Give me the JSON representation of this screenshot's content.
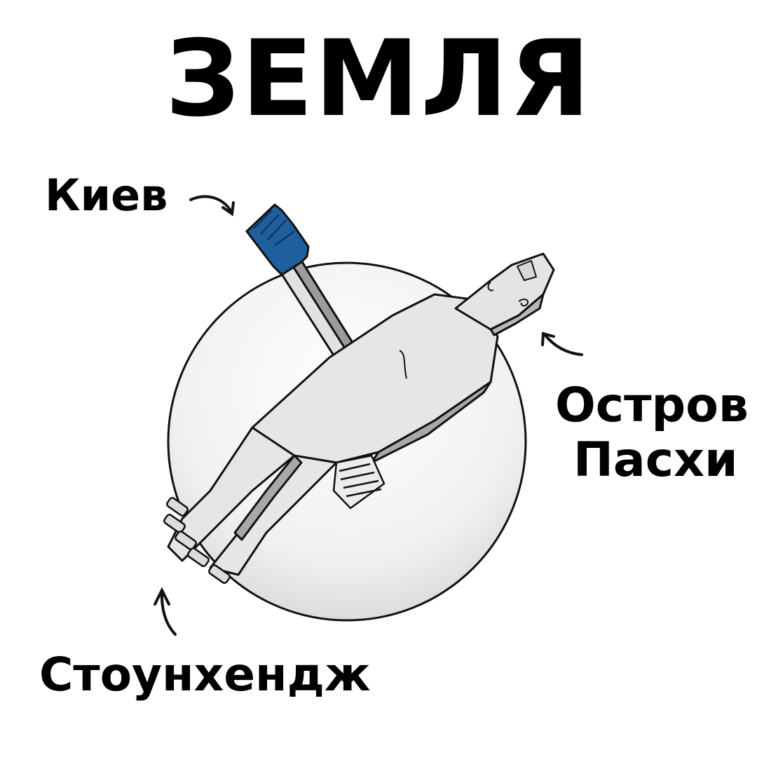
{
  "title": "ЗЕМЛЯ",
  "labels": {
    "kiev": "Киев",
    "easter_island": {
      "line1": "Остров",
      "line2": "Пасхи"
    },
    "stonehenge": "Стоунхендж"
  },
  "colors": {
    "background": "#ffffff",
    "text": "#000000",
    "globe_fill": "#f0f0f0",
    "figure_fill": "#e4e4e4",
    "figure_shadow": "#a8a8a8",
    "hand_blue": "#1f5f9e"
  },
  "illustration": {
    "description": "Globe (circle) with a stone-like human figure lying across it; blue hand at the top reaching out (Kiev), head sticking out at right (Easter Island), feet sticking out at lower left (Stonehenge)",
    "icons": [
      "arrow-kiev-icon",
      "arrow-easter-island-icon",
      "arrow-stonehenge-icon"
    ]
  }
}
